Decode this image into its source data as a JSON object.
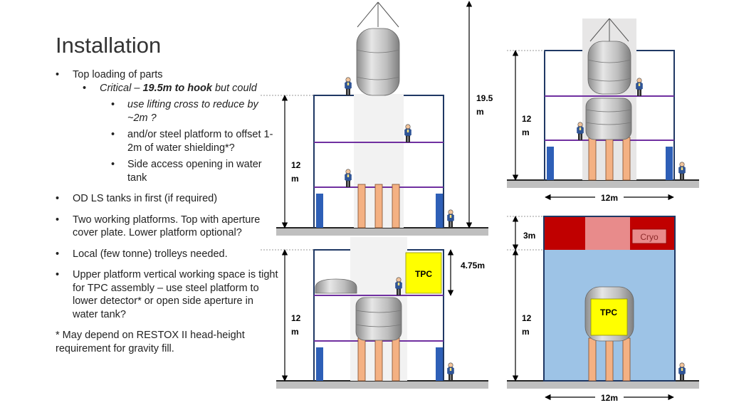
{
  "slide": {
    "title": "Installation",
    "bullets": {
      "top_loading": "Top loading of parts",
      "critical_prefix": "Critical – ",
      "critical_bold": "19.5m to hook",
      "critical_suffix": " but could",
      "lifting_cross": "use lifting cross to reduce by ~2m ?",
      "steel_platform": "and/or steel platform to offset 1-2m of water shielding*?",
      "side_access": "Side access opening in water tank",
      "od_ls": "OD LS tanks in first (if required)",
      "two_platforms": "Two working platforms. Top with aperture cover plate.  Lower platform optional?",
      "trolleys": "Local (few tonne) trolleys needed.",
      "upper_platform": "Upper platform vertical working space is tight for TPC assembly – use steel platform to lower detector* or open side aperture in water tank?"
    },
    "footnote": "* May depend on RESTOX II head-height requirement for gravity fill."
  },
  "diagram": {
    "labels": {
      "hook_height_value": "19.5",
      "hook_height_unit": "m",
      "tl_height_value": "12",
      "tl_height_unit": "m",
      "tr_height_value": "12",
      "tr_height_unit": "m",
      "tr_width": "12m",
      "bl_height_value": "12",
      "bl_height_unit": "m",
      "bl_gap": "4.75m",
      "br_top_height": "3m",
      "br_height_value": "12",
      "br_height_unit": "m",
      "br_width": "12m",
      "tpc": "TPC",
      "cryo": "Cryo"
    },
    "colors": {
      "frame": "#1f3864",
      "platform": "#7030a0",
      "ground": "#bfbfbf",
      "leg": "#f4b183",
      "blue_block": "#2e5fb7",
      "water": "#9dc3e6",
      "cryo_dark": "#c00000",
      "cryo_light": "#e88b8b",
      "tpc_box": "#ffff00",
      "tank": "#a6a6a6"
    }
  }
}
